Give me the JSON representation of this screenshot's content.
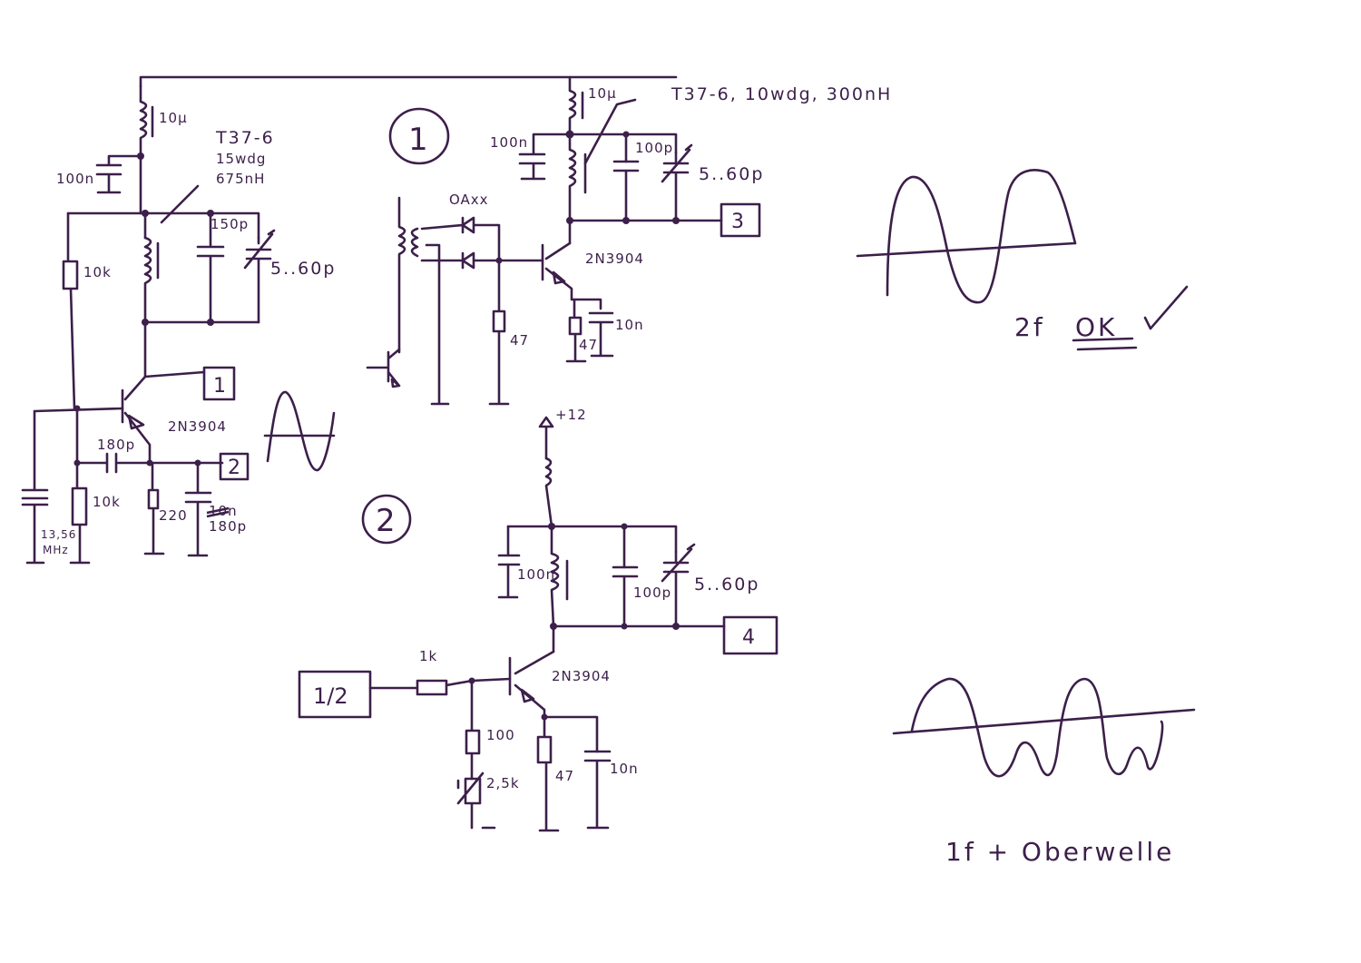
{
  "colors": {
    "ink": "#3c1f4a",
    "paper": "#ffffff"
  },
  "stage1": {
    "circle_label": "2",
    "choke": "10µ",
    "bypass_cap": "100n",
    "inductor": [
      "T37-6",
      "15wdg",
      "675nH"
    ],
    "cap_fixed": "150p",
    "cap_trim": "5..60p",
    "bias_res": "10k",
    "transistor": "2N3904",
    "fb_cap": "180p",
    "base_res": "10k",
    "emitter_res": "220",
    "emitter_cap_struck": "10n",
    "emitter_cap": "180p",
    "crystal": [
      "13,56",
      "MHz"
    ],
    "out1": "1",
    "out2": "2"
  },
  "stage2": {
    "circle_label": "1",
    "choke": "10µ",
    "bypass_cap": "100n",
    "inductor": "T37-6, 10wdg, 300nH",
    "cap_fixed": "100p",
    "cap_trim": "5..60p",
    "diodes": "OAxx",
    "gate_res": "47",
    "transistor": "2N3904",
    "emitter_res": "47",
    "emitter_cap": "10n",
    "out": "3"
  },
  "stage3": {
    "supply": "+12",
    "bypass_cap": "100n",
    "cap_fixed": "100p",
    "cap_trim": "5..60p",
    "input": "1/2",
    "series_res": "1k",
    "bias_res": "100",
    "pot": "2,5k",
    "transistor": "2N3904",
    "emitter_res": "47",
    "emitter_cap": "10n",
    "out": "4"
  },
  "waves": {
    "top_caption_a": "2f",
    "top_caption_b": "OK",
    "bottom_caption": "1f + Oberwelle"
  }
}
